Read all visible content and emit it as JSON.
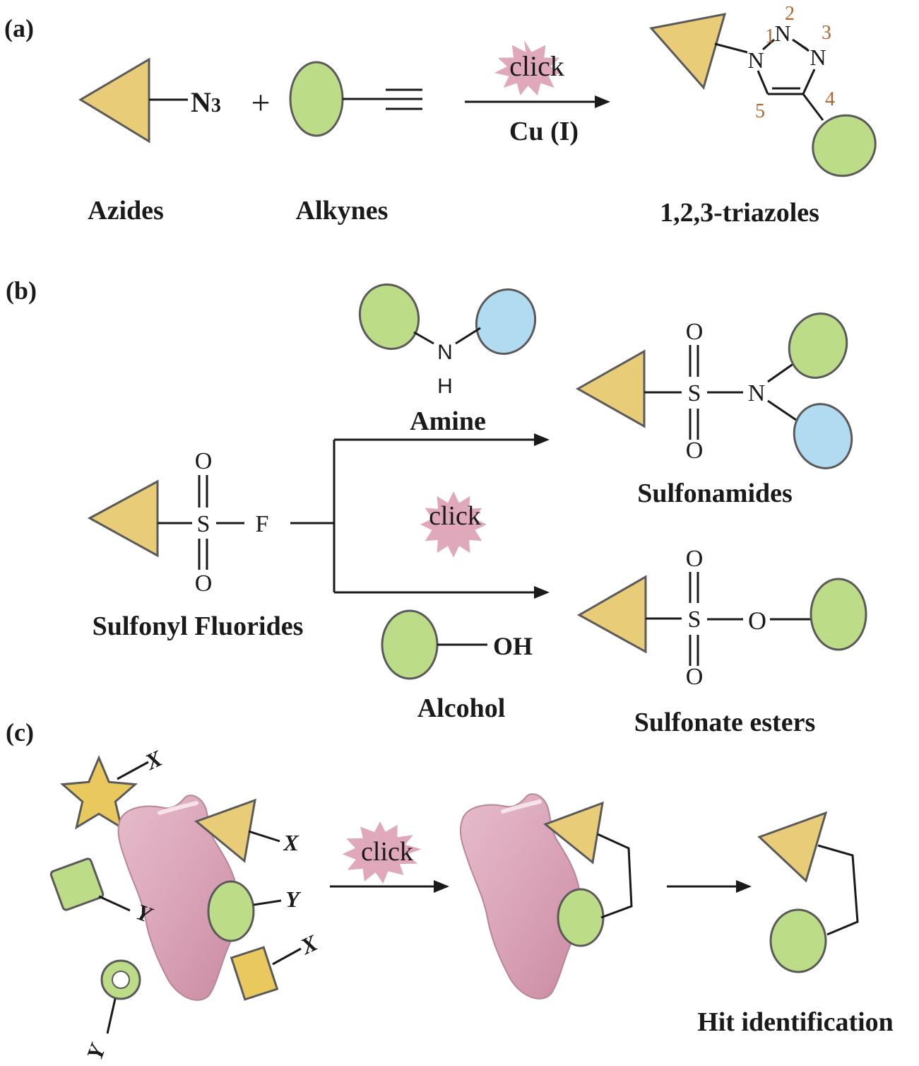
{
  "panel_a": {
    "label": "(a)",
    "azide_group": "N",
    "azide_subscript": "3",
    "plus": "+",
    "click": "click",
    "catalyst": "Cu (I)",
    "ring_atom_n1": "N",
    "ring_atom_n2": "N",
    "ring_atom_n3": "N",
    "pos1": "1",
    "pos2": "2",
    "pos3": "3",
    "pos4": "4",
    "pos5": "5",
    "azides": "Azides",
    "alkynes": "Alkynes",
    "triazoles": "1,2,3-triazoles"
  },
  "panel_b": {
    "label": "(b)",
    "amine_n": "N",
    "amine_h": "H",
    "amine": "Amine",
    "sf_o_top": "O",
    "sf_s": "S",
    "sf_o_bottom": "O",
    "sf_f": "F",
    "sulfonyl_fluorides": "Sulfonyl Fluorides",
    "click": "click",
    "sa_o_top": "O",
    "sa_s": "S",
    "sa_o_bottom": "O",
    "sa_n": "N",
    "sulfonamides": "Sulfonamides",
    "alcohol_oh": "OH",
    "alcohol": "Alcohol",
    "se_o_top": "O",
    "se_s": "S",
    "se_o_bottom": "O",
    "se_o_link": "O",
    "sulfonate_esters": "Sulfonate esters"
  },
  "panel_c": {
    "label": "(c)",
    "x1": "X",
    "x2": "X",
    "x3": "X",
    "y1": "Y",
    "y2": "Y",
    "y3": "Y",
    "click": "click",
    "hit": "Hit identification"
  },
  "colors": {
    "triangle": "#e8cc78",
    "green": "#bddc87",
    "blue": "#b1dbf1",
    "pink_protein": "#d9a2b7",
    "click_burst": "#dfa9bb",
    "position_numbers": "#b4642d",
    "outline": "#5a5a5a"
  }
}
